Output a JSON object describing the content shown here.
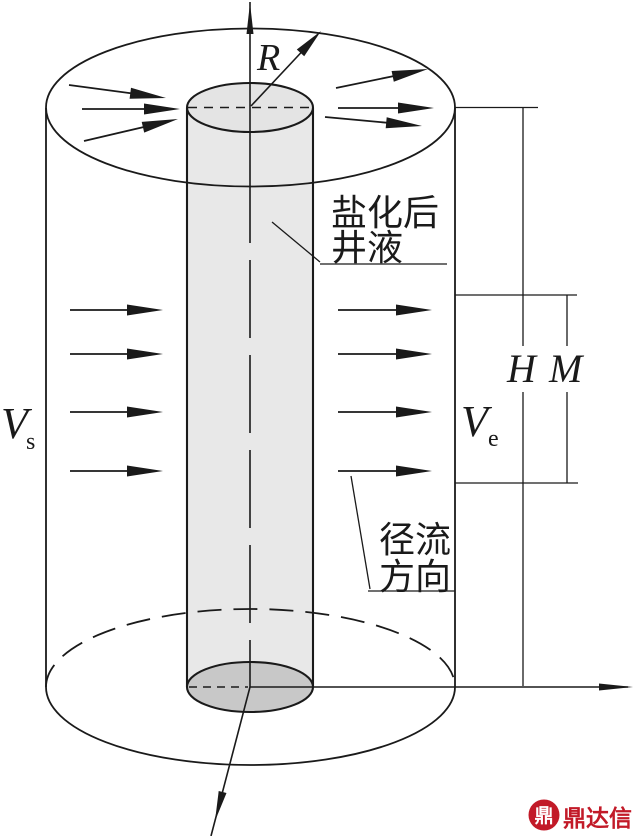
{
  "figure": {
    "radius_label": "R",
    "vs_main": "V",
    "vs_sub": "s",
    "ve_main": "V",
    "ve_sub": "e",
    "height_label": "H",
    "thickness_label": "M",
    "fluid_label_line1": "盐化后",
    "fluid_label_line2": "井液",
    "flow_label_line1": "径流",
    "flow_label_line2": "方向"
  },
  "watermark": {
    "emblem_glyph": "鼎",
    "brand": "鼎达信"
  },
  "colors": {
    "ink": "#1a1a1a",
    "body_fill": "#e8e8e8",
    "cap_top_fill": "#e4e4e4",
    "cap_bottom_fill": "#c8c8c8",
    "brand_red": "#c21a28"
  }
}
